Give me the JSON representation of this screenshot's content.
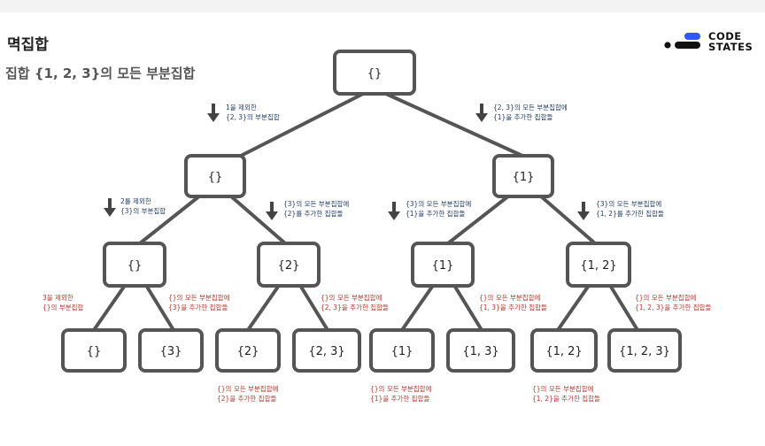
{
  "title": "멱집합",
  "subtitle": "집합 {1, 2, 3}의 모든 부분집합",
  "logo": {
    "line1": "CODE",
    "line2": "STATES"
  },
  "colors": {
    "blue_label": "#1f3a5f",
    "red_label": "#b23a2e",
    "node_border": "#555555"
  },
  "nodes": {
    "root": "{}",
    "l1_left": "{}",
    "l1_right": "{1}",
    "l2_a": "{}",
    "l2_b": "{2}",
    "l2_c": "{1}",
    "l2_d": "{1, 2}",
    "l3_1": "{}",
    "l3_2": "{3}",
    "l3_3": "{2}",
    "l3_4": "{2, 3}",
    "l3_5": "{1}",
    "l3_6": "{1, 3}",
    "l3_7": "{1, 2}",
    "l3_8": "{1, 2, 3}"
  },
  "labels": {
    "root_left": [
      "1을 제외한",
      "{2, 3}의 부분집합"
    ],
    "root_right": [
      "{2, 3}의 모든 부분집합에",
      "{1}을 추가한 집합들"
    ],
    "l1l_left": [
      "2를 제외한",
      "{3}의 부분집합"
    ],
    "l1l_right": [
      "{3}의 모든 부분집합에",
      "{2}를 추가한 집합들"
    ],
    "l1r_left": [
      "{3}의 모든 부분집합에",
      "{1}을 추가한 집합들"
    ],
    "l1r_right": [
      "{3}의 모든 부분집합에",
      "{1, 2}를 추가한 집합들"
    ],
    "l2a_left": [
      "3을 제외한",
      "{}의 부분집합"
    ],
    "l2a_right": [
      "{}의 모든 부분집합에",
      "{3}을 추가한 집합들"
    ],
    "l2b_right": [
      "{}의 모든 부분집합에",
      "{2, 3}을 추가한 집합들"
    ],
    "l2c_right": [
      "{}의 모든 부분집합에",
      "{1, 3}을 추가한 집합들"
    ],
    "l2d_right": [
      "{}의 모든 부분집합에",
      "{1, 2, 3}을 추가한 집합들"
    ],
    "bottom_b": [
      "{}의 모든 부분집합에",
      "{2}을 추가한 집합들"
    ],
    "bottom_c": [
      "{}의 모든 부분집합에",
      "{1}을 추가한 집합들"
    ],
    "bottom_d": [
      "{}의 모든 부분집합에",
      "{1, 2}을 추가한 집합들"
    ]
  }
}
